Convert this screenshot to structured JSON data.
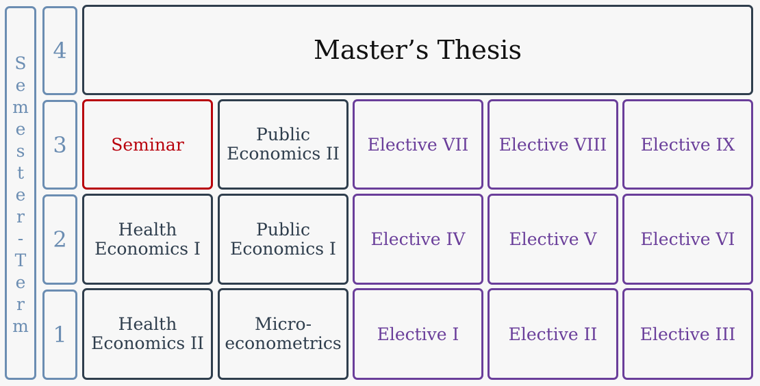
{
  "axis_label_chars": [
    "S",
    "e",
    "m",
    "e",
    "s",
    "t",
    "e",
    "r",
    "-",
    "T",
    "e",
    "r",
    "m"
  ],
  "semesters": [
    "4",
    "3",
    "2",
    "1"
  ],
  "thesis": "Master’s Thesis",
  "row3": {
    "seminar": "Seminar",
    "core_line1": "Public",
    "core_line2": "Economics II",
    "electives": [
      "Elective VII",
      "Elective VIII",
      "Elective IX"
    ]
  },
  "row2": {
    "core1_line1": "Health",
    "core1_line2": "Economics I",
    "core2_line1": "Public",
    "core2_line2": "Economics I",
    "electives": [
      "Elective IV",
      "Elective V",
      "Elective VI"
    ]
  },
  "row1": {
    "core1_line1": "Health",
    "core1_line2": "Economics II",
    "core2_line1": "Micro-",
    "core2_line2": "econometrics",
    "electives": [
      "Elective I",
      "Elective II",
      "Elective III"
    ]
  },
  "colors": {
    "axis": "#6b8db2",
    "core": "#2f3e4d",
    "seminar": "#b8000c",
    "elective": "#6a3e9a"
  }
}
